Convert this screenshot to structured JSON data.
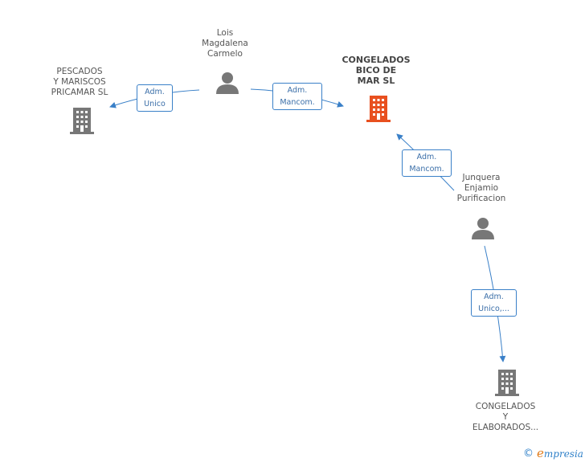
{
  "nodes": {
    "pescados": {
      "label": [
        "PESCADOS",
        "Y MARISCOS",
        "PRICAMAR SL"
      ],
      "type": "company"
    },
    "lois": {
      "label": [
        "Lois",
        "Magdalena",
        "Carmelo"
      ],
      "type": "person"
    },
    "congelados_bico": {
      "label": [
        "CONGELADOS",
        "BICO DE",
        "MAR SL"
      ],
      "type": "company",
      "focus": true
    },
    "junquera": {
      "label": [
        "Junquera",
        "Enjamio",
        "Purificacion"
      ],
      "type": "person"
    },
    "congelados_elab": {
      "label": [
        "CONGELADOS",
        "Y",
        "ELABORADOS..."
      ],
      "type": "company"
    }
  },
  "edges": {
    "lois_pescados": [
      "Adm.",
      "Unico"
    ],
    "lois_bico": [
      "Adm.",
      "Mancom."
    ],
    "junquera_bico": [
      "Adm.",
      "Mancom."
    ],
    "junquera_elab": [
      "Adm.",
      "Unico,..."
    ]
  },
  "footer": {
    "copyright": "©",
    "brand_first": "e",
    "brand_rest": "mpresia"
  },
  "colors": {
    "focus": "#e8501f",
    "node": "#777777",
    "edge": "#3a80c8"
  }
}
